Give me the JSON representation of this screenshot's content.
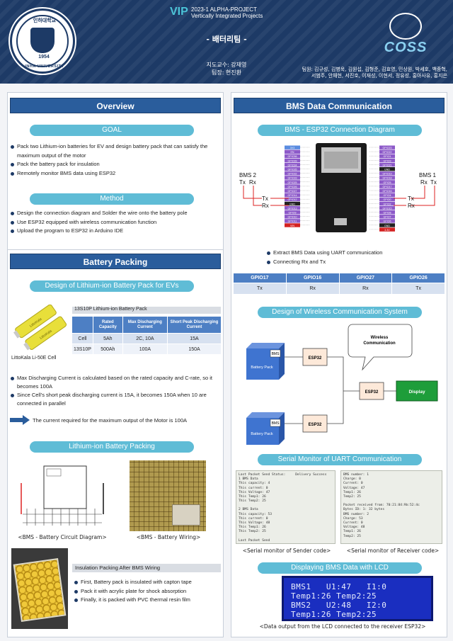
{
  "header": {
    "university_ko": "인하대학교",
    "university_en": "INHA UNIVERSITY",
    "founded": "1954",
    "vip_logo": "VIP",
    "project_line1": "2023-1 ALPHA-PROJECT",
    "project_line2": "Vertically Integrated Projects",
    "team_title": "- 배터리팀 -",
    "advisor": "지도교수: 강재영",
    "leader": "팀장: 현진환",
    "members_line1": "팀원: 김규성, 김병욱, 김원섭, 김형준, 김효영, 민상원, 박세호, 백종혁,",
    "members_line2": "서범주, 안채현, 서진호, 이재성, 이현서, 정유성, 홍아사유, 홍지은",
    "coss_word": "COSS"
  },
  "overview": {
    "title": "Overview",
    "goal_label": "GOAL",
    "goal_items": [
      "Pack two Lithium-ion batteries for EV and design battery pack that can satisfy the maximum output of the motor",
      "Pack the battery pack for insulation",
      "Remotely monitor BMS data using ESP32"
    ],
    "method_label": "Method",
    "method_items": [
      "Design the connection diagram and  Solder the wire onto the battery pole",
      "Use ESP32 equipped with wireless communication function",
      "Upload the program to ESP32 in Arduino IDE"
    ]
  },
  "battery_packing": {
    "title": "Battery Packing",
    "design_label": "Design of Lithium-ion Battery Pack for EVs",
    "table_caption": "13S10P Lithium-ion Battery Pack",
    "cell_caption": "LittoKala Li-50E Cell",
    "table_headers": [
      "",
      "Rated Capacity",
      "Max Discharging Current",
      "Short Peak Discharging Current"
    ],
    "table_rows": [
      [
        "Cell",
        "5Ah",
        "2C, 10A",
        "15A"
      ],
      [
        "13S10P",
        "500Ah",
        "100A",
        "150A"
      ]
    ],
    "notes": [
      "Max Discharging Current is calculated based on the rated capacity and C-rate, so it becomes 100A",
      "Since Cell's short peak discharging current is 15A, it becomes 150A when 10 are connected in parallel"
    ],
    "conclusion": "The current required for the maximum output of the Motor is 100A",
    "packing_label": "Lithium-ion Battery Packing",
    "circuit_caption": "<BMS - Battery Circuit Diagram>",
    "wiring_caption": "<BMS - Battery Wiring>",
    "insulation_title": "Insulation Packing After BMS Wiring",
    "insulation_items": [
      "First, Battery pack is insulated with capton tape",
      "Pack it with acrylic plate for shock absorption",
      "Finally, it is packed with PVC thermal resin film"
    ]
  },
  "bms": {
    "title": "BMS Data Communication",
    "connection_label": "BMS - ESP32 Connection Diagram",
    "bms2_label": "BMS 2",
    "bms1_label": "BMS 1",
    "tx": "Tx",
    "rx": "Rx",
    "left_pins": [
      "3V3",
      "EN",
      "GPIO36",
      "GPIO39",
      "GPIO34",
      "GPIO35",
      "GPIO32",
      "GPIO33",
      "GPIO25",
      "GPIO26",
      "GPIO27",
      "GPIO14",
      "GPIO12",
      "GND",
      "GPIO13",
      "GPIO9",
      "GPIO10",
      "GPIO11",
      "VIN"
    ],
    "right_pins": [
      "GPIO23",
      "GPIO22",
      "GPIO1",
      "GPIO3",
      "GPIO21",
      "GND",
      "GPIO19",
      "GPIO18",
      "GPIO5",
      "GPIO17",
      "GPIO16",
      "GPIO4",
      "GPIO0",
      "GPIO2",
      "GPIO15",
      "GPIO8",
      "GPIO7",
      "GPIO6",
      "GND",
      "3.3V"
    ],
    "uart_items": [
      "Extract BMS Data using UART communication",
      "Connecting Rx and Tx"
    ],
    "gpio_headers": [
      "GPIO17",
      "GPIO16",
      "GPIO27",
      "GPIO26"
    ],
    "gpio_row": [
      "Tx",
      "Rx",
      "Rx",
      "Tx"
    ],
    "wireless_label": "Design of Wireless Communication System",
    "bms_tag": "BMS",
    "battery_pack": "Battery Pack",
    "esp32": "ESP32",
    "display": "Display",
    "wireless_bubble": "Wireless Communication",
    "serial_label": "Serial Monitor of UART Communication",
    "sender_caption": "<Serial monitor of Sender code>",
    "receiver_caption": "<Serial monitor of Receiver code>",
    "sender_lines": [
      "Last Packet Send Status:     Delivery Success",
      "1 BMS Data",
      "This capacity: 4",
      "This current: 0",
      "This Voltage: 47",
      "This Temp1: 26",
      "This Temp2: 25",
      "",
      "2 BMS Data",
      "This capacity: 53",
      "This current: 0",
      "This Voltage: 48",
      "This Temp1: 26",
      "This Temp2: 25",
      "",
      "Last Packet Send"
    ],
    "receiver_lines": [
      "BMS number: 1",
      "Charge: 0",
      "Current: 0",
      "Voltage: 47",
      "Temp1: 26",
      "Temp2: 25",
      "",
      "Packet received from: 70:21:84:9b:52:4c",
      "Bytes ID: 1: 32 bytes",
      "BMS number: 2",
      "Charge: 53",
      "Current: 0",
      "Voltage: 48",
      "Temp1: 26",
      "Temp2: 25"
    ],
    "lcd_label": "Displaying BMS Data with LCD",
    "lcd_lines": [
      "BMS1   U1:47   I1:0",
      "Temp1:26 Temp2:25",
      "BMS2   U2:48   I2:0",
      "Temp1:26 Temp2:25"
    ],
    "lcd_caption": "<Data output from the LCD connected to the receiver ESP32>"
  },
  "colors": {
    "header_bg": "#1d3a66",
    "section_title": "#2a5d9c",
    "pill": "#5fbcd6",
    "table_head": "#4d7fc4",
    "esp32_fill": "#fde9d9",
    "display_fill": "#1e9d3a",
    "bms_fill": "#3f74d0"
  }
}
